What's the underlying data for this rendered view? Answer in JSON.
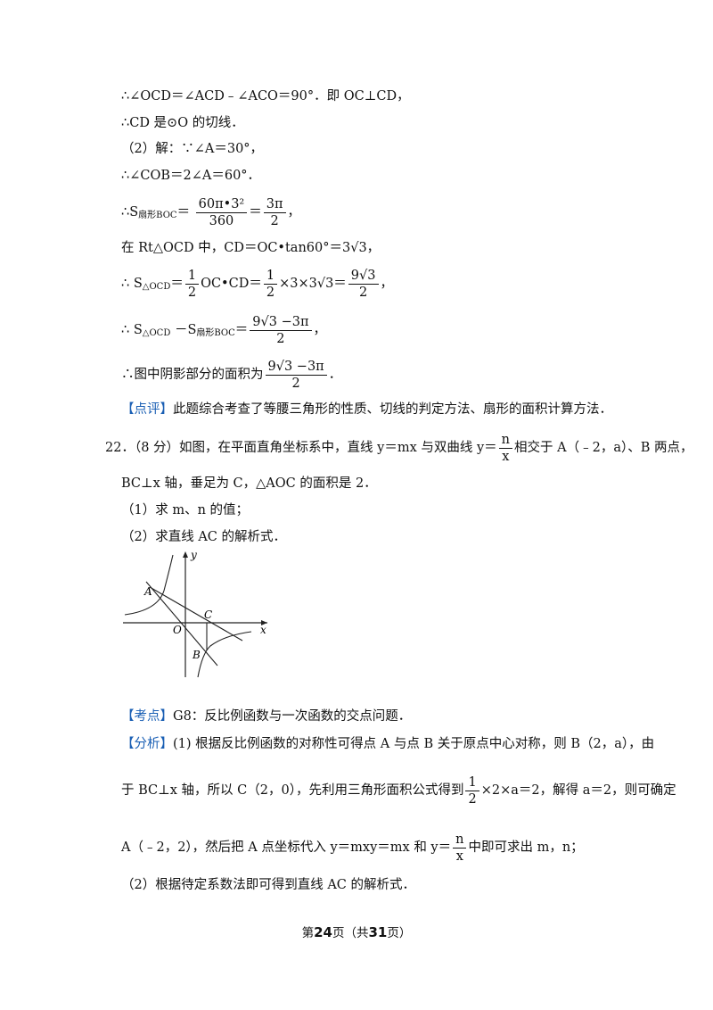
{
  "solution_tail": {
    "l1": "∴∠OCD＝∠ACD﹣∠ACO＝90°．即 OC⊥CD，",
    "l2": "∴CD 是⊙O 的切线．",
    "l3": "（2）解：∵∠A＝30°，",
    "l4": "∴∠COB＝2∠A＝60°．",
    "l5_pre": "∴S",
    "l5_sub": "扇形BOC",
    "l5_eq": "＝",
    "l5_f1_num": "60π•3²",
    "l5_f1_den": "360",
    "l5_f2_num": "3π",
    "l5_f2_den": "2",
    "l5_end": "，",
    "l6": "在 Rt△OCD 中，CD＝OC•tan60°＝3√3，",
    "l7_pre": "∴ S",
    "l7_sub": "△OCD",
    "l7_a_num": "1",
    "l7_a_den": "2",
    "l7_mid1": "OC•CD＝",
    "l7_b_num": "1",
    "l7_b_den": "2",
    "l7_mid2": "×3×3√3＝",
    "l7_c_num": "9√3",
    "l7_c_den": "2",
    "l7_end": "，",
    "l8_pre": "∴ S",
    "l8_sub1": "△OCD",
    "l8_mid": " －S",
    "l8_sub2": "扇形BOC",
    "l8_num": "9√3 −3π",
    "l8_den": "2",
    "l8_end": "，",
    "l9_pre": "∴图中阴影部分的面积为",
    "l9_num": "9√3 −3π",
    "l9_den": "2",
    "l9_end": "．",
    "comment_tag": "【点评】",
    "comment": "此题综合考查了等腰三角形的性质、切线的判定方法、扇形的面积计算方法．"
  },
  "q22": {
    "head_pre": "22．（8 分）如图，在平面直角坐标系中，直线 y＝mx 与双曲线 y＝",
    "head_frac_num": "n",
    "head_frac_den": "x",
    "head_post": "相交于 A（﹣2，a）、B 两点，",
    "line2": "BC⊥x 轴，垂足为 C，△AOC 的面积是 2．",
    "part1": "（1）求 m、n 的值；",
    "part2": "（2）求直线 AC 的解析式．",
    "figure_labels": {
      "y": "y",
      "x": "x",
      "A": "A",
      "B": "B",
      "C": "C",
      "O": "O"
    },
    "kaodian_tag": "【考点】",
    "kaodian": "G8：反比例函数与一次函数的交点问题．",
    "fenxi_tag": "【分析】",
    "fenxi1": "(1) 根据反比例函数的对称性可得点 A 与点 B 关于原点中心对称，则 B（2，a），由",
    "fenxi2_pre": "于 BC⊥x 轴，所以 C（2，0），先利用三角形面积公式得到",
    "fenxi2_num": "1",
    "fenxi2_den": "2",
    "fenxi2_post": "×2×a＝2，解得 a＝2，则可确定",
    "fenxi3_pre": "A（﹣2，2），然后把 A 点坐标代入 y＝mxy＝mx 和 y＝",
    "fenxi3_num": "n",
    "fenxi3_den": "x",
    "fenxi3_post": "中即可求出 m，n；",
    "fenxi4": "（2）根据待定系数法即可得到直线 AC 的解析式．"
  },
  "footer": {
    "pre": "第",
    "page": "24",
    "mid": "页（共",
    "total": "31",
    "post": "页）"
  },
  "colors": {
    "tag": "#1a5fb4",
    "text": "#111111"
  }
}
